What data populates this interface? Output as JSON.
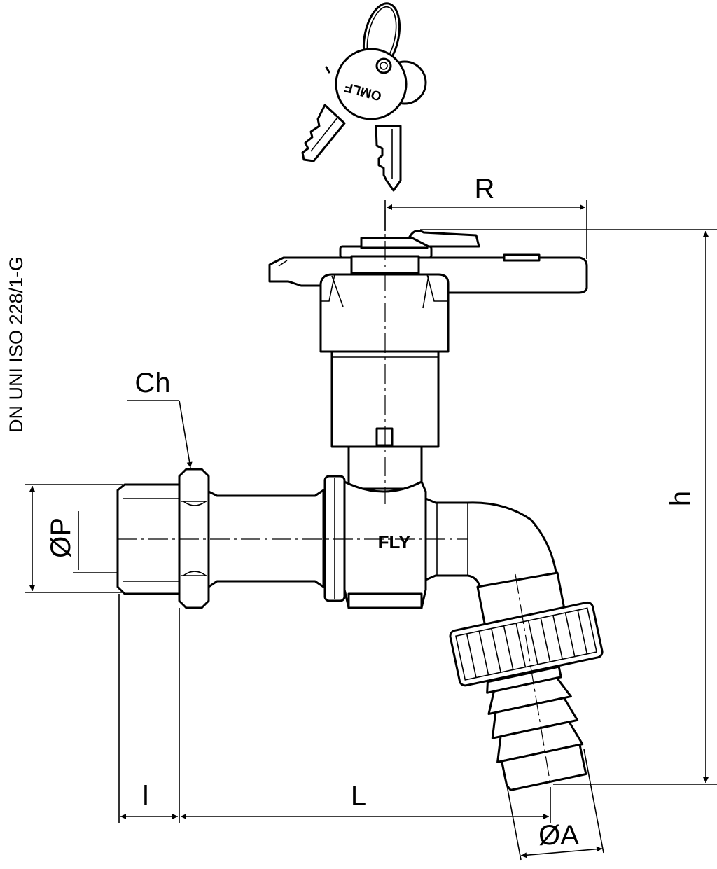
{
  "standard_note": "DN UNI ISO 228/1-G",
  "brand_mark": "FLY",
  "key_logo": "OMLF",
  "dimensions": {
    "R": "R",
    "h": "h",
    "Ch": "Ch",
    "P": "ØP",
    "l": "l",
    "L": "L",
    "A": "ØA"
  },
  "colors": {
    "line": "#000000",
    "background": "#ffffff"
  }
}
